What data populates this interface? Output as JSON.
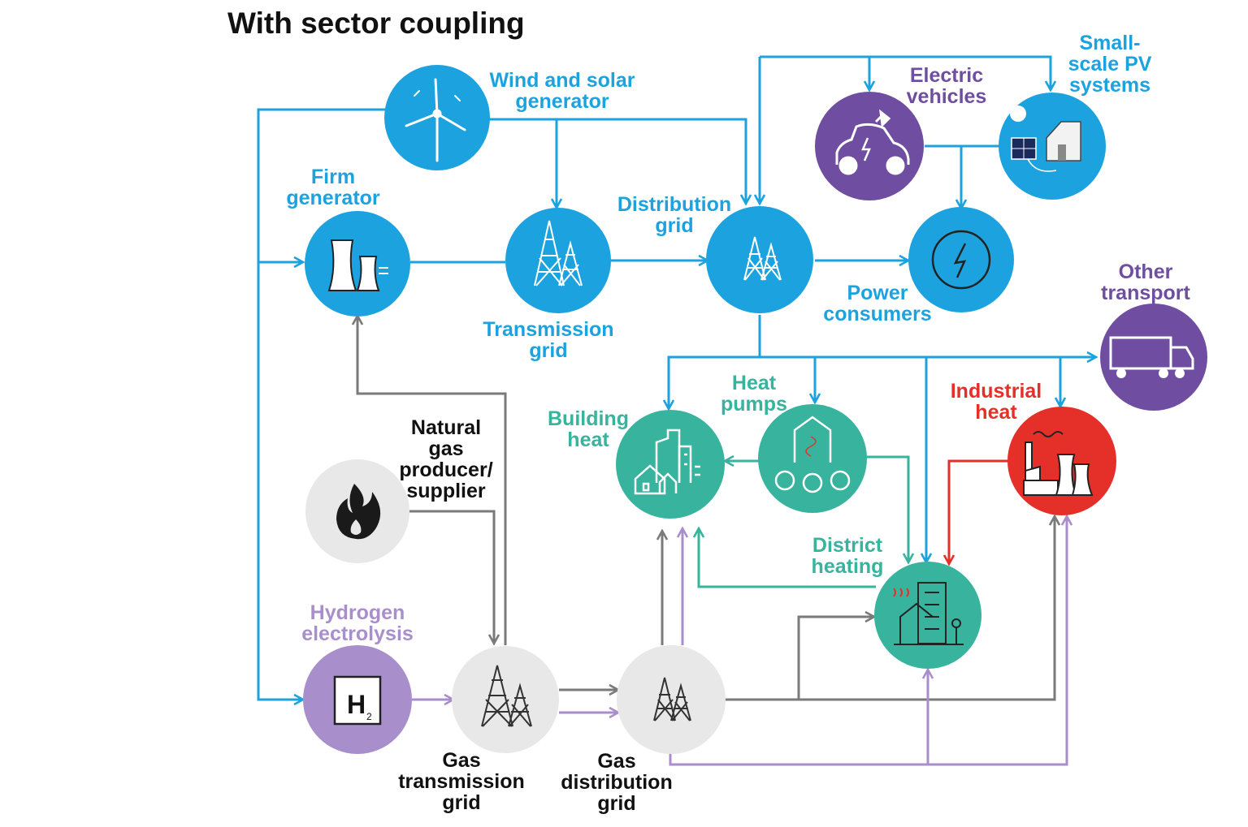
{
  "title": "With sector coupling",
  "colors": {
    "blue": "#1ca3df",
    "gray_line": "#7a7a7a",
    "lilac": "#a88fcb",
    "teal": "#38b39e",
    "red": "#e5302a",
    "purple_node": "#6f4ea1",
    "gray_node": "#e8e8e8"
  },
  "nodes": {
    "wind_solar": {
      "label": "Wind and solar\ngenerator",
      "icon": "wind-turbine-icon"
    },
    "firm_generator": {
      "label": "Firm\ngenerator",
      "icon": "cooling-tower-icon"
    },
    "transmission_grid": {
      "label": "Transmission\ngrid",
      "icon": "pylon-icon"
    },
    "distribution_grid": {
      "label": "Distribution\ngrid",
      "icon": "pylon-icon"
    },
    "power_consumers": {
      "label": "Power\nconsumers",
      "icon": "lightning-icon"
    },
    "electric_vehicles": {
      "label": "Electric\nvehicles",
      "icon": "electric-car-icon"
    },
    "small_pv": {
      "label": "Small-\nscale PV\nsystems",
      "icon": "solar-house-icon"
    },
    "other_transport": {
      "label": "Other\ntransport",
      "icon": "truck-icon"
    },
    "heat_pumps": {
      "label": "Heat\npumps",
      "icon": "heat-pump-icon"
    },
    "building_heat": {
      "label": "Building\nheat",
      "icon": "buildings-icon"
    },
    "industrial_heat": {
      "label": "Industrial\nheat",
      "icon": "factory-icon"
    },
    "district_heating": {
      "label": "District\nheating",
      "icon": "district-heating-icon"
    },
    "natural_gas": {
      "label": "Natural\ngas\nproducer/\nsupplier",
      "icon": "flame-icon"
    },
    "hydrogen": {
      "label": "Hydrogen\nelectrolysis",
      "icon": "hydrogen-icon",
      "symbol": "H",
      "subscript": "2"
    },
    "gas_transmission": {
      "label": "Gas\ntransmission\ngrid",
      "icon": "pylon-icon"
    },
    "gas_distribution": {
      "label": "Gas\ndistribution\ngrid",
      "icon": "pylon-icon"
    }
  }
}
